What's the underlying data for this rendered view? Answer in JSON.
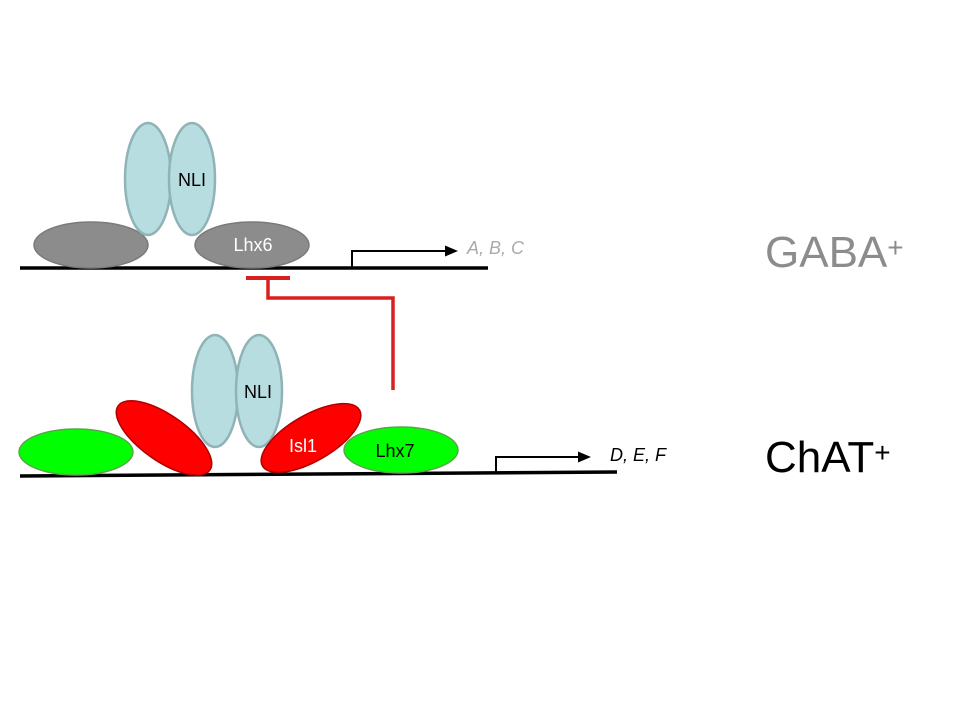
{
  "colors": {
    "background": "#ffffff",
    "dna": "#000000",
    "nli": "#b7dde0",
    "nli_stroke": "#8fb3b7",
    "grey_factor": "#8c8c8c",
    "grey_stroke": "#7a7a7a",
    "red_factor": "#ff0000",
    "red_stroke": "#b00000",
    "green_factor": "#00ff00",
    "green_stroke": "#59a64a",
    "repression_line": "#d92020",
    "gaba_label": "#8c8c8c",
    "chat_label": "#000000"
  },
  "gaba_complex": {
    "nli_label": "NLI",
    "lhx6_label": "Lhx6",
    "targets": "A, B, C"
  },
  "chat_complex": {
    "nli_label": "NLI",
    "isl1_label": "Isl1",
    "lhx7_label": "Lhx7",
    "targets": "D, E, F"
  },
  "cell_types": {
    "gaba": {
      "name": "GABA",
      "superscript": "+"
    },
    "chat": {
      "name": "ChAT",
      "superscript": "+"
    }
  }
}
